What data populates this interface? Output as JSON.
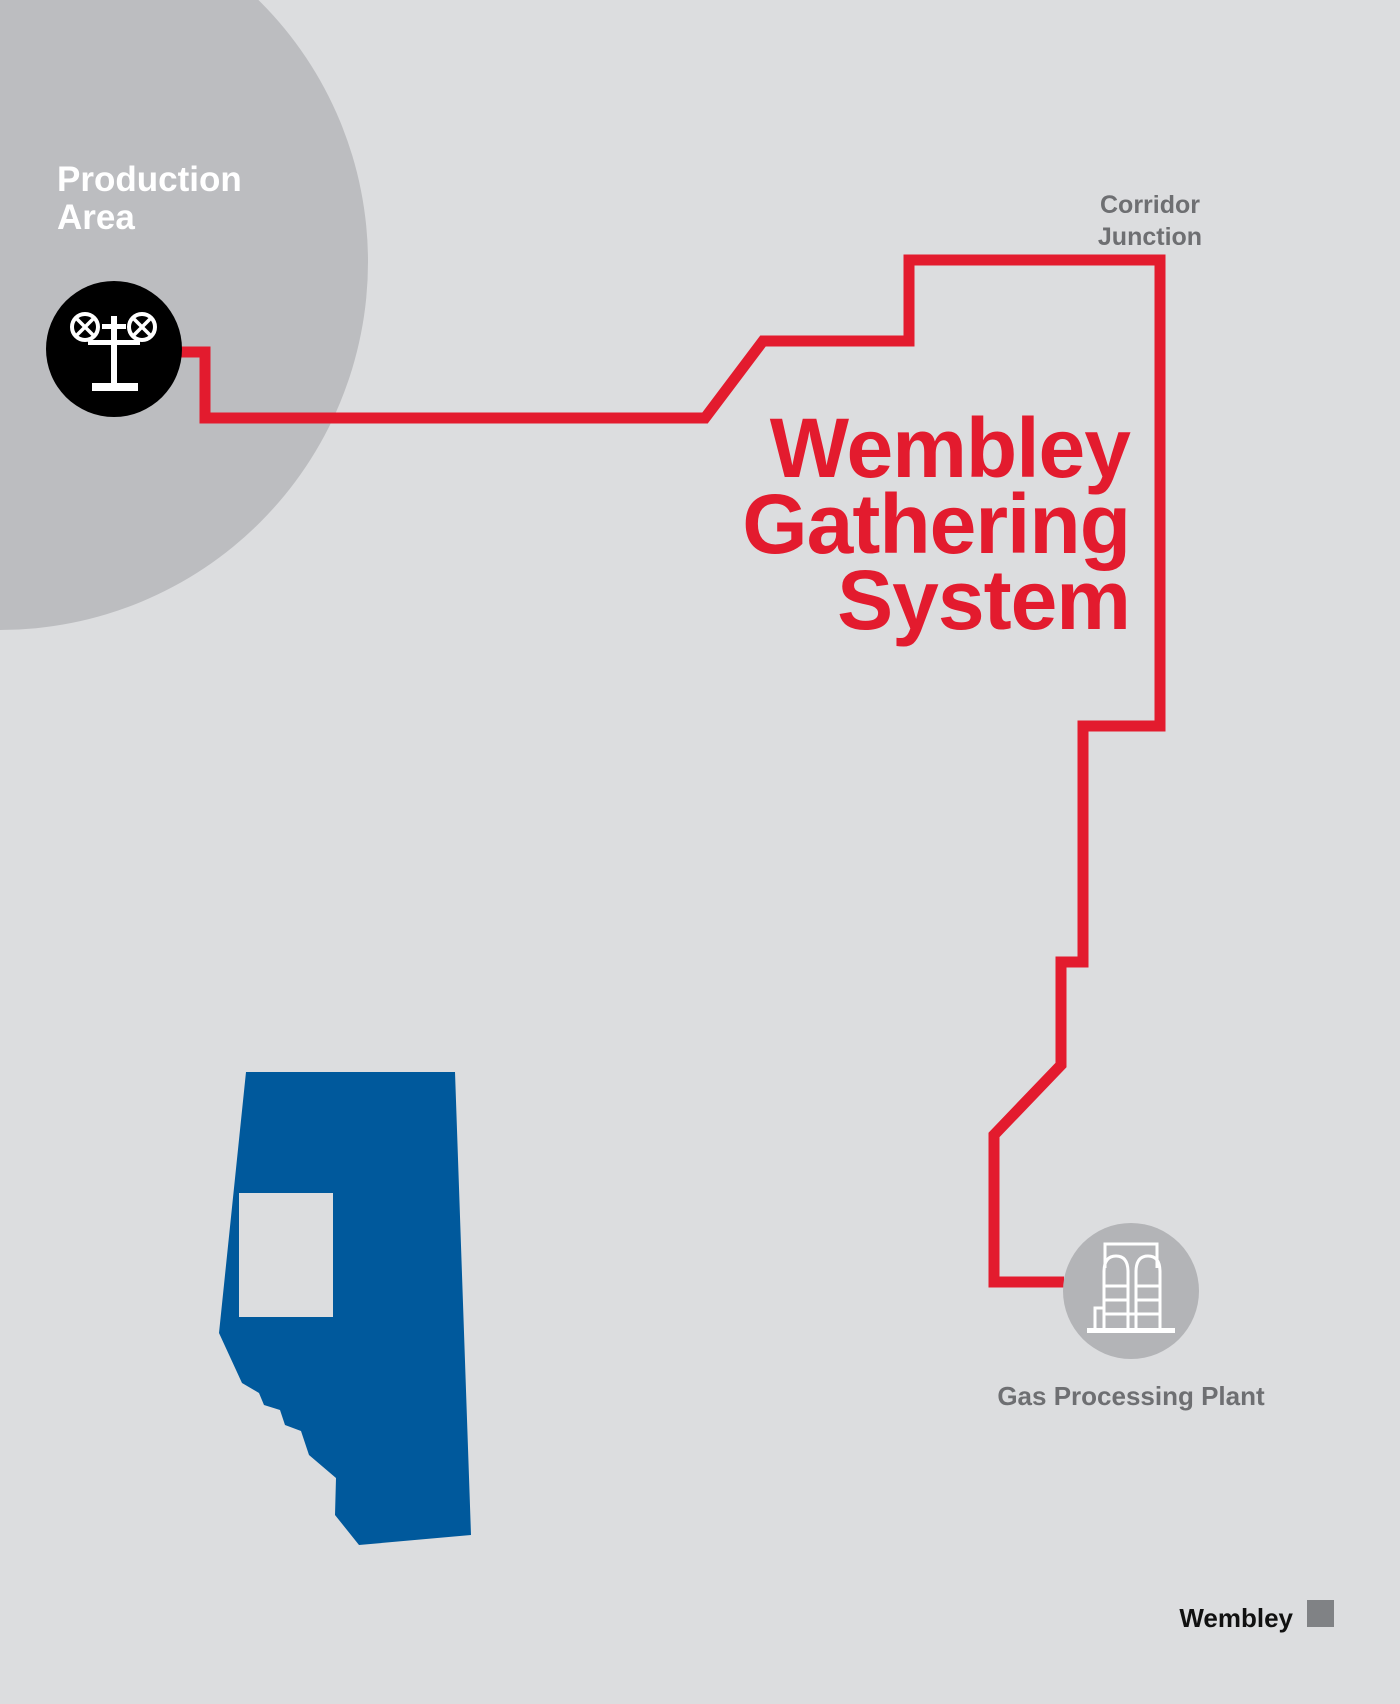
{
  "labels": {
    "production_area": [
      "Production",
      "Area"
    ],
    "corridor_junction": [
      "Corridor",
      "Junction"
    ],
    "title": [
      "Wembley",
      "Gathering",
      "System"
    ],
    "gas_plant": "Gas Processing Plant",
    "brand": "Wembley"
  },
  "icons": {
    "production": "wellhead-icon",
    "plant": "gas-plant-icon"
  },
  "colors": {
    "background": "#dcdddf",
    "production_area": "#bcbdc0",
    "pipeline": "#e31b2e",
    "province": "#00599c",
    "wellhead_circle": "#000000",
    "plant_circle": "#b3b4b7",
    "label_gray": "#6e6f72",
    "brand_square": "#808285"
  }
}
